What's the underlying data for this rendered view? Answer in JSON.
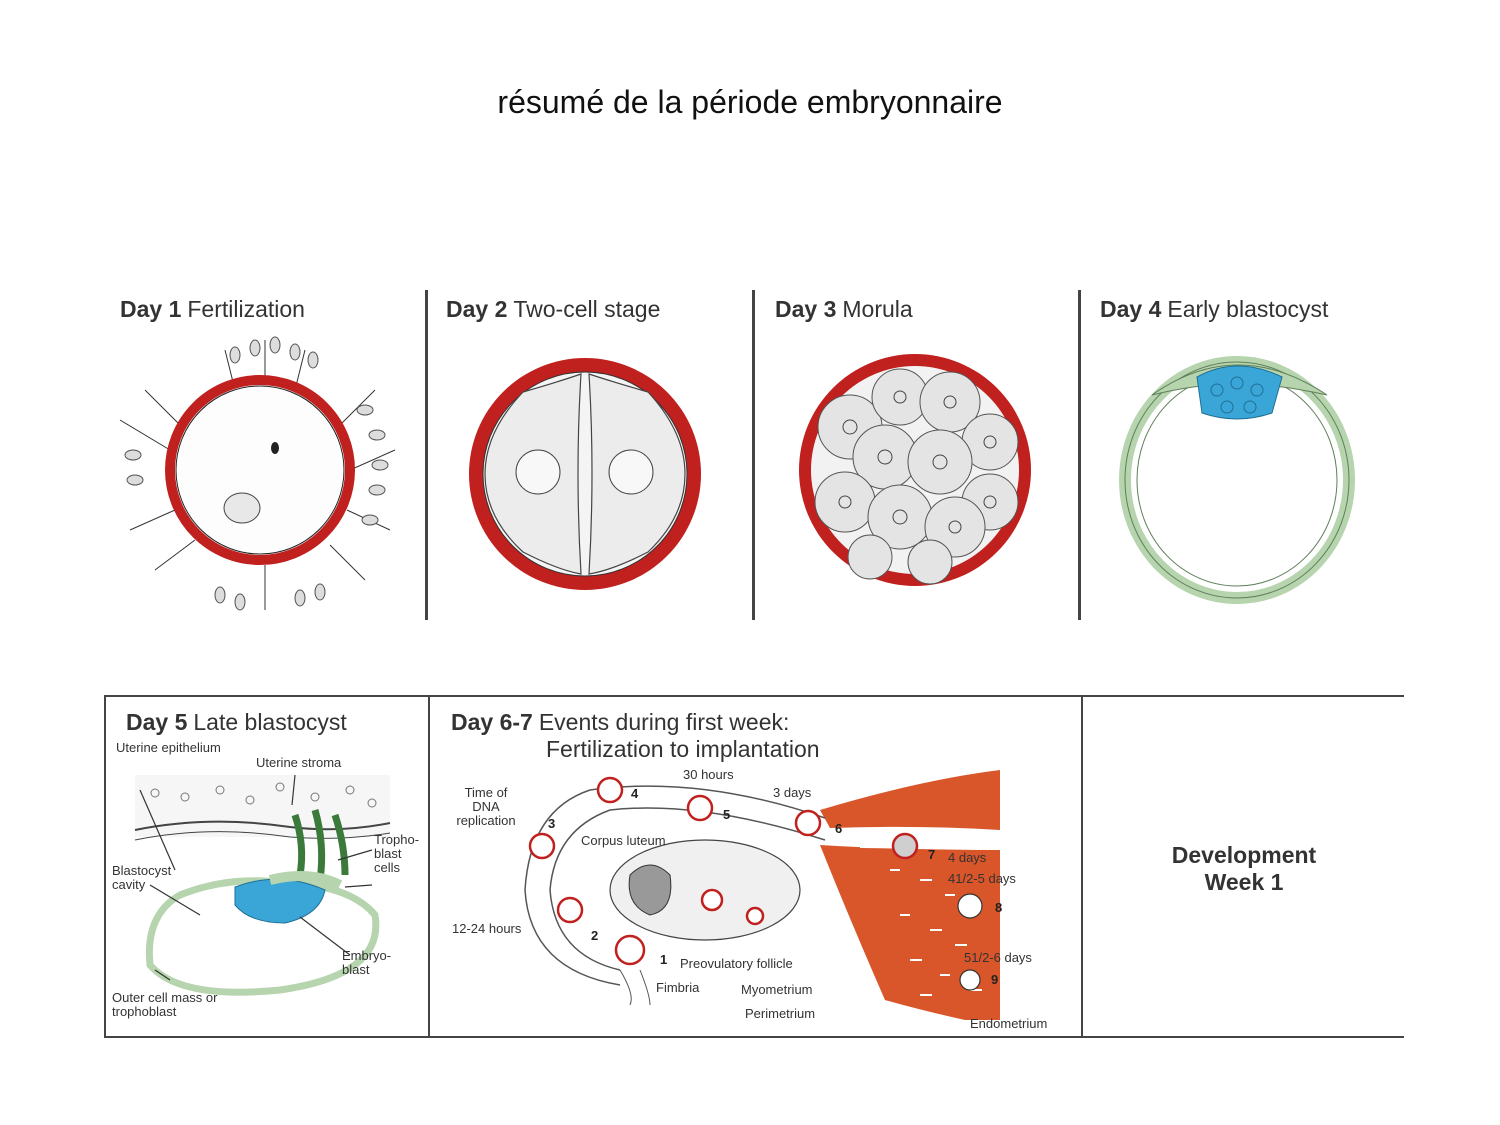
{
  "title": "résumé de la période embryonnaire",
  "panels": {
    "day1": {
      "day": "Day 1",
      "name": "Fertilization"
    },
    "day2": {
      "day": "Day 2",
      "name": "Two-cell stage"
    },
    "day3": {
      "day": "Day 3",
      "name": "Morula"
    },
    "day4": {
      "day": "Day 4",
      "name": "Early blastocyst"
    },
    "day5": {
      "day": "Day 5",
      "name": "Late blastocyst",
      "labels": {
        "uterine_epithelium": "Uterine epithelium",
        "uterine_stroma": "Uterine stroma",
        "trophoblast_cells": "Tropho-blast cells",
        "blastocyst_cavity": "Blastocyst cavity",
        "embryoblast": "Embryo-blast",
        "outer_cell_mass": "Outer cell mass or trophoblast"
      }
    },
    "day67": {
      "day": "Day 6-7",
      "name_line1": "Events during first week:",
      "name_line2": "Fertilization to implantation",
      "labels": {
        "time_dna": "Time of DNA replication",
        "hours30": "30 hours",
        "days3": "3 days",
        "corpus_luteum": "Corpus luteum",
        "days4": "4 days",
        "days45": "41/2-5 days",
        "hours1224": "12-24 hours",
        "preovulatory": "Preovulatory follicle",
        "fimbria": "Fimbria",
        "myometrium": "Myometrium",
        "perimetrium": "Perimetrium",
        "days56": "51/2-6 days",
        "endometrium": "Endometrium"
      },
      "numbers": [
        "1",
        "2",
        "3",
        "4",
        "5",
        "6",
        "7",
        "8",
        "9"
      ]
    },
    "summary": {
      "line1": "Development",
      "line2": "Week 1"
    }
  },
  "colors": {
    "zona": "#c0201e",
    "cell_green": "#b6d4ad",
    "embryoblast_blue": "#3aa6d8",
    "muscle": "#d9552a"
  }
}
